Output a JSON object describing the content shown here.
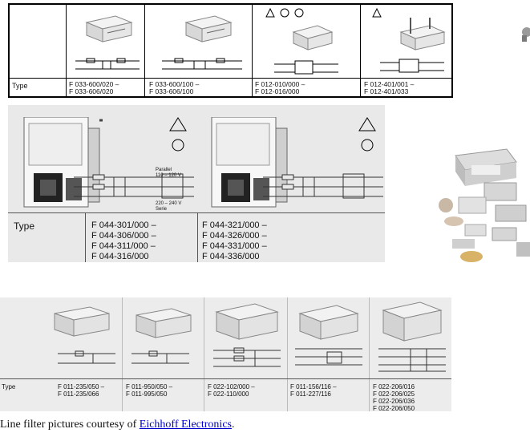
{
  "panel1": {
    "type_label": "Type",
    "columns": [
      {
        "codes": [
          "F 033-600/020 –",
          "F 033-606/020"
        ]
      },
      {
        "codes": [
          "F 033-600/100 –",
          "F 033-606/100"
        ]
      },
      {
        "codes": [
          "F 012-010/000 –",
          "F 012-016/000"
        ]
      },
      {
        "codes": [
          "F 012-401/001 –",
          "F 012-401/033"
        ]
      }
    ]
  },
  "panel2": {
    "type_label": "Type",
    "columns": [
      {
        "codes": [
          "F 044-301/000 –",
          "F 044-306/000 –",
          "F 044-311/000 –",
          "F 044-316/000"
        ]
      },
      {
        "codes": [
          "F 044-321/000 –",
          "F 044-326/000 –",
          "F 044-331/000 –",
          "F 044-336/000"
        ]
      }
    ],
    "diagram_labels": [
      "Parallel",
      "110 – 120 V",
      "220 – 240 V",
      "Serie"
    ]
  },
  "panel3": {
    "type_label": "Type",
    "columns": [
      {
        "codes": [
          "F 011-235/050 –",
          "F 011-235/066"
        ]
      },
      {
        "codes": [
          "F 011-950/050 –",
          "F 011-995/050"
        ]
      },
      {
        "codes": [
          "F 022-102/000 –",
          "F 022-110/000"
        ]
      },
      {
        "codes": [
          "F 011-156/116 –",
          "F 011-227/116"
        ]
      },
      {
        "codes": [
          "F 022-206/016",
          "F 022-206/025",
          "F 022-206/036",
          "F 022-206/050"
        ]
      }
    ]
  },
  "credit": {
    "prefix": "Line filter pictures courtesy of ",
    "link": "Eichhoff Electronics",
    "suffix": "."
  }
}
